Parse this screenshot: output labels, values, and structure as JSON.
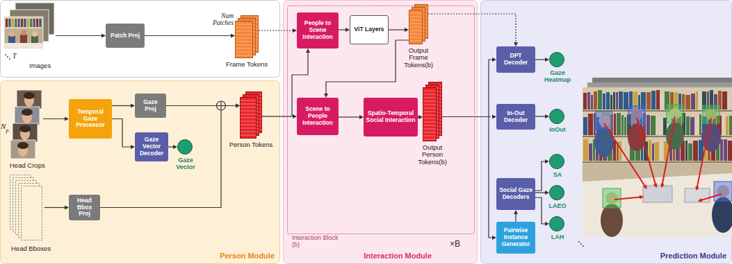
{
  "diagram": {
    "nodes": [
      {
        "text": [
          "Images"
        ]
      },
      {
        "text": [
          "Patch Proj"
        ]
      },
      {
        "text": [
          "Frame Tokens"
        ]
      },
      {
        "text": [
          "Person Module"
        ]
      },
      {
        "text": [
          "Head Crops"
        ],
        "in": 3
      },
      {
        "text": [
          "Temporal Gaze Processor"
        ],
        "in": 3
      },
      {
        "text": [
          "Gaze Proj"
        ],
        "in": 3
      },
      {
        "text": [
          "Gaze Vector Decoder"
        ],
        "in": 3
      },
      {
        "text": [
          "Gaze Vector"
        ],
        "in": 3
      },
      {
        "text": [
          "Person Tokens"
        ],
        "in": 3
      },
      {
        "text": [
          "Head Bboxes"
        ],
        "in": 3
      },
      {
        "text": [
          "Head Bbox Proj"
        ],
        "in": 3
      },
      {
        "text": [
          "Interaction Module"
        ]
      },
      {
        "text": [
          "Interaction Block (b)"
        ],
        "in": 12
      },
      {
        "text": [
          "People to Scene Interaction"
        ],
        "in": 13
      },
      {
        "text": [
          "ViT Layers"
        ],
        "in": 13
      },
      {
        "text": [
          "Output Frame Tokens(b)"
        ],
        "in": 13
      },
      {
        "text": [
          "Scene to People Interaction"
        ],
        "in": 13
      },
      {
        "text": [
          "Spatio-Temporal Social Interaction"
        ],
        "in": 13
      },
      {
        "text": [
          "Output Person Tokens(b)"
        ],
        "in": 13
      },
      {
        "text": [
          "Prediction Module"
        ]
      },
      {
        "text": [
          "DPT Decoder"
        ],
        "in": 20
      },
      {
        "text": [
          "Gaze Heatmap"
        ],
        "in": 20
      },
      {
        "text": [
          "In-Out Decoder"
        ],
        "in": 20
      },
      {
        "text": [
          "InOut"
        ],
        "in": 20
      },
      {
        "text": [
          "Social Gaze Decoders"
        ],
        "in": 20
      },
      {
        "text": [
          "SA"
        ],
        "in": 20
      },
      {
        "text": [
          "LAEO"
        ],
        "in": 20
      },
      {
        "text": [
          "LAH"
        ],
        "in": 20
      },
      {
        "text": [
          "Pairwise Instance Generator"
        ],
        "in": 20
      }
    ],
    "edges": [
      {
        "from": 0,
        "to": 1,
        "arrow": "to"
      },
      {
        "from": 1,
        "to": 2,
        "arrow": "to"
      },
      {
        "from": 2,
        "to": 14,
        "arrow": "to"
      },
      {
        "from": 4,
        "to": 5,
        "arrow": "to"
      },
      {
        "from": 5,
        "to": 6,
        "arrow": "to"
      },
      {
        "from": 5,
        "to": 7,
        "arrow": "to"
      },
      {
        "from": 7,
        "to": 8,
        "arrow": "to"
      },
      {
        "from": 6,
        "to": 9,
        "arrow": "to"
      },
      {
        "from": 10,
        "to": 11,
        "arrow": "to"
      },
      {
        "from": 11,
        "to": 9,
        "arrow": "to"
      },
      {
        "from": 9,
        "to": 17,
        "arrow": "to"
      },
      {
        "from": 9,
        "to": 14,
        "arrow": "to"
      },
      {
        "from": 14,
        "to": 15,
        "arrow": "to"
      },
      {
        "from": 15,
        "to": 16,
        "arrow": "to"
      },
      {
        "from": 16,
        "to": 17,
        "arrow": "to"
      },
      {
        "from": 17,
        "to": 18,
        "arrow": "to"
      },
      {
        "from": 18,
        "to": 19,
        "arrow": "to"
      },
      {
        "from": 16,
        "to": 21,
        "arrow": "to"
      },
      {
        "from": 19,
        "to": 21,
        "arrow": "to"
      },
      {
        "from": 19,
        "to": 23,
        "arrow": "to"
      },
      {
        "from": 19,
        "to": 29,
        "arrow": "to"
      },
      {
        "from": 21,
        "to": 22,
        "arrow": "to"
      },
      {
        "from": 23,
        "to": 24,
        "arrow": "to"
      },
      {
        "from": 29,
        "to": 25,
        "arrow": "to"
      },
      {
        "from": 25,
        "to": 26,
        "arrow": "to"
      },
      {
        "from": 25,
        "to": 27,
        "arrow": "to"
      },
      {
        "from": 25,
        "to": 28,
        "arrow": "to"
      }
    ],
    "labels": [
      "T",
      "Num Patches",
      "N",
      "p",
      "×B"
    ]
  }
}
